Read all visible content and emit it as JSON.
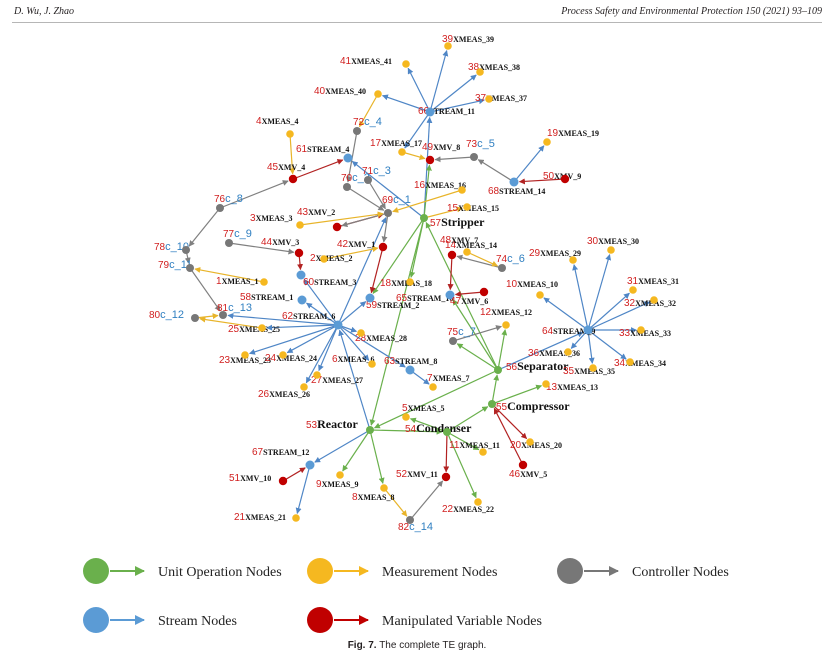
{
  "header": {
    "authors": "D. Wu, J. Zhao",
    "journal": "Process Safety and Environmental Protection 150 (2021) 93–109"
  },
  "caption": {
    "label": "Fig. 7.",
    "text": "The complete TE graph."
  },
  "colors": {
    "unit": "#6ab04c",
    "measurement": "#f5b820",
    "controller": "#777777",
    "stream": "#5b9bd5",
    "manipulated": "#c00000",
    "edge_green": "#6ab04c",
    "edge_blue": "#4f86c6",
    "edge_yellow": "#e8b42a",
    "edge_gray": "#808080",
    "edge_red": "#b22222",
    "id_red": "#d11f1f",
    "id_blue": "#2f7fc1"
  },
  "legend": [
    {
      "type": "unit",
      "label": "Unit Operation Nodes"
    },
    {
      "type": "measurement",
      "label": "Measurement Nodes"
    },
    {
      "type": "controller",
      "label": "Controller Nodes"
    },
    {
      "type": "stream",
      "label": "Stream Nodes"
    },
    {
      "type": "manipulated",
      "label": "Manipulated Variable Nodes"
    }
  ],
  "nodes": [
    {
      "key": "reactor",
      "type": "unit",
      "id": "53",
      "label": "Reactor"
    },
    {
      "key": "condenser",
      "type": "unit",
      "id": "54",
      "label": "Condenser"
    },
    {
      "key": "compressor",
      "type": "unit",
      "id": "55",
      "label": "Compressor"
    },
    {
      "key": "separator",
      "type": "unit",
      "id": "56",
      "label": "Separator"
    },
    {
      "key": "stripper",
      "type": "unit",
      "id": "57",
      "label": "Stripper"
    },
    {
      "key": "s1",
      "type": "stream",
      "id": "58",
      "label": "STREAM_1"
    },
    {
      "key": "s2",
      "type": "stream",
      "id": "59",
      "label": "STREAM_2"
    },
    {
      "key": "s3",
      "type": "stream",
      "id": "60",
      "label": "STREAM_3"
    },
    {
      "key": "s4",
      "type": "stream",
      "id": "61",
      "label": "STREAM_4"
    },
    {
      "key": "s6",
      "type": "stream",
      "id": "62",
      "label": "STREAM_6"
    },
    {
      "key": "s8",
      "type": "stream",
      "id": "63",
      "label": "STREAM_8"
    },
    {
      "key": "s9",
      "type": "stream",
      "id": "64",
      "label": "STREAM_9"
    },
    {
      "key": "s10",
      "type": "stream",
      "id": "65",
      "label": "STREAM_10"
    },
    {
      "key": "s11",
      "type": "stream",
      "id": "66",
      "label": "STREAM_11"
    },
    {
      "key": "s12",
      "type": "stream",
      "id": "67",
      "label": "STREAM_12"
    },
    {
      "key": "s14",
      "type": "stream",
      "id": "68",
      "label": "STREAM_14"
    },
    {
      "key": "x1",
      "type": "measurement",
      "id": "1",
      "label": "XMEAS_1"
    },
    {
      "key": "x2",
      "type": "measurement",
      "id": "2",
      "label": "XMEAS_2"
    },
    {
      "key": "x3",
      "type": "measurement",
      "id": "3",
      "label": "XMEAS_3"
    },
    {
      "key": "x4",
      "type": "measurement",
      "id": "4",
      "label": "XMEAS_4"
    },
    {
      "key": "x5",
      "type": "measurement",
      "id": "5",
      "label": "XMEAS_5"
    },
    {
      "key": "x6",
      "type": "measurement",
      "id": "6",
      "label": "XMEAS_6"
    },
    {
      "key": "x7",
      "type": "measurement",
      "id": "7",
      "label": "XMEAS_7"
    },
    {
      "key": "x8",
      "type": "measurement",
      "id": "8",
      "label": "XMEAS_8"
    },
    {
      "key": "x9",
      "type": "measurement",
      "id": "9",
      "label": "XMEAS_9"
    },
    {
      "key": "x10",
      "type": "measurement",
      "id": "10",
      "label": "XMEAS_10"
    },
    {
      "key": "x11",
      "type": "measurement",
      "id": "11",
      "label": "XMEAS_11"
    },
    {
      "key": "x12",
      "type": "measurement",
      "id": "12",
      "label": "XMEAS_12"
    },
    {
      "key": "x13",
      "type": "measurement",
      "id": "13",
      "label": "XMEAS_13"
    },
    {
      "key": "x14",
      "type": "measurement",
      "id": "14",
      "label": "XMEAS_14"
    },
    {
      "key": "x15",
      "type": "measurement",
      "id": "15",
      "label": "XMEAS_15"
    },
    {
      "key": "x16",
      "type": "measurement",
      "id": "16",
      "label": "XMEAS_16"
    },
    {
      "key": "x17",
      "type": "measurement",
      "id": "17",
      "label": "XMEAS_17"
    },
    {
      "key": "x18",
      "type": "measurement",
      "id": "18",
      "label": "XMEAS_18"
    },
    {
      "key": "x19",
      "type": "measurement",
      "id": "19",
      "label": "XMEAS_19"
    },
    {
      "key": "x20",
      "type": "measurement",
      "id": "20",
      "label": "XMEAS_20"
    },
    {
      "key": "x21",
      "type": "measurement",
      "id": "21",
      "label": "XMEAS_21"
    },
    {
      "key": "x22",
      "type": "measurement",
      "id": "22",
      "label": "XMEAS_22"
    },
    {
      "key": "x23",
      "type": "measurement",
      "id": "23",
      "label": "XMEAS_23"
    },
    {
      "key": "x24",
      "type": "measurement",
      "id": "24",
      "label": "XMEAS_24"
    },
    {
      "key": "x25",
      "type": "measurement",
      "id": "25",
      "label": "XMEAS_25"
    },
    {
      "key": "x26",
      "type": "measurement",
      "id": "26",
      "label": "XMEAS_26"
    },
    {
      "key": "x27",
      "type": "measurement",
      "id": "27",
      "label": "XMEAS_27"
    },
    {
      "key": "x28",
      "type": "measurement",
      "id": "28",
      "label": "XMEAS_28"
    },
    {
      "key": "x29",
      "type": "measurement",
      "id": "29",
      "label": "XMEAS_29"
    },
    {
      "key": "x30",
      "type": "measurement",
      "id": "30",
      "label": "XMEAS_30"
    },
    {
      "key": "x31",
      "type": "measurement",
      "id": "31",
      "label": "XMEAS_31"
    },
    {
      "key": "x32",
      "type": "measurement",
      "id": "32",
      "label": "XMEAS_32"
    },
    {
      "key": "x33",
      "type": "measurement",
      "id": "33",
      "label": "XMEAS_33"
    },
    {
      "key": "x34",
      "type": "measurement",
      "id": "34",
      "label": "XMEAS_34"
    },
    {
      "key": "x35",
      "type": "measurement",
      "id": "35",
      "label": "XMEAS_35"
    },
    {
      "key": "x36",
      "type": "measurement",
      "id": "36",
      "label": "XMEAS_36"
    },
    {
      "key": "x37",
      "type": "measurement",
      "id": "37",
      "label": "XMEAS_37"
    },
    {
      "key": "x38",
      "type": "measurement",
      "id": "38",
      "label": "XMEAS_38"
    },
    {
      "key": "x39",
      "type": "measurement",
      "id": "39",
      "label": "XMEAS_39"
    },
    {
      "key": "x40",
      "type": "measurement",
      "id": "40",
      "label": "XMEAS_40"
    },
    {
      "key": "x41",
      "type": "measurement",
      "id": "41",
      "label": "XMEAS_41"
    },
    {
      "key": "v1",
      "type": "manipulated",
      "id": "42",
      "label": "XMV_1"
    },
    {
      "key": "v2",
      "type": "manipulated",
      "id": "43",
      "label": "XMV_2"
    },
    {
      "key": "v3",
      "type": "manipulated",
      "id": "44",
      "label": "XMV_3"
    },
    {
      "key": "v4",
      "type": "manipulated",
      "id": "45",
      "label": "XMV_4"
    },
    {
      "key": "v5",
      "type": "manipulated",
      "id": "46",
      "label": "XMV_5"
    },
    {
      "key": "v6",
      "type": "manipulated",
      "id": "47",
      "label": "XMV_6"
    },
    {
      "key": "v7",
      "type": "manipulated",
      "id": "48",
      "label": "XMV_7"
    },
    {
      "key": "v8",
      "type": "manipulated",
      "id": "49",
      "label": "XMV_8"
    },
    {
      "key": "v9",
      "type": "manipulated",
      "id": "50",
      "label": "XMV_9"
    },
    {
      "key": "v10",
      "type": "manipulated",
      "id": "51",
      "label": "XMV_10"
    },
    {
      "key": "v11",
      "type": "manipulated",
      "id": "52",
      "label": "XMV_11"
    },
    {
      "key": "c1",
      "type": "controller",
      "id": "69",
      "label": "c_1"
    },
    {
      "key": "c2",
      "type": "controller",
      "id": "70",
      "label": "c_2"
    },
    {
      "key": "c3",
      "type": "controller",
      "id": "71",
      "label": "c_3"
    },
    {
      "key": "c4",
      "type": "controller",
      "id": "72",
      "label": "c_4"
    },
    {
      "key": "c5",
      "type": "controller",
      "id": "73",
      "label": "c_5"
    },
    {
      "key": "c6",
      "type": "controller",
      "id": "74",
      "label": "c_6"
    },
    {
      "key": "c7",
      "type": "controller",
      "id": "75",
      "label": "c_7"
    },
    {
      "key": "c8",
      "type": "controller",
      "id": "76",
      "label": "c_8"
    },
    {
      "key": "c9",
      "type": "controller",
      "id": "77",
      "label": "c_9"
    },
    {
      "key": "c10",
      "type": "controller",
      "id": "78",
      "label": "c_10"
    },
    {
      "key": "c11",
      "type": "controller",
      "id": "79",
      "label": "c_11"
    },
    {
      "key": "c12",
      "type": "controller",
      "id": "80",
      "label": "c_12"
    },
    {
      "key": "c13",
      "type": "controller",
      "id": "81",
      "label": "c_13"
    },
    {
      "key": "c14",
      "type": "controller",
      "id": "82",
      "label": "c_14"
    }
  ],
  "edges": [
    [
      "reactor",
      "condenser",
      "edge_green"
    ],
    [
      "condenser",
      "compressor",
      "edge_green"
    ],
    [
      "compressor",
      "separator",
      "edge_green"
    ],
    [
      "separator",
      "stripper",
      "edge_green"
    ],
    [
      "stripper",
      "reactor",
      "edge_green"
    ],
    [
      "separator",
      "reactor",
      "edge_green"
    ],
    [
      "reactor",
      "s6",
      "edge_blue"
    ],
    [
      "reactor",
      "s12",
      "edge_blue"
    ],
    [
      "reactor",
      "x8",
      "edge_green"
    ],
    [
      "reactor",
      "x9",
      "edge_green"
    ],
    [
      "condenser",
      "x22",
      "edge_green"
    ],
    [
      "condenser",
      "x11",
      "edge_green"
    ],
    [
      "condenser",
      "x5",
      "edge_green"
    ],
    [
      "condenser",
      "v11",
      "edge_red"
    ],
    [
      "compressor",
      "x20",
      "edge_red"
    ],
    [
      "compressor",
      "x13",
      "edge_green"
    ],
    [
      "separator",
      "s9",
      "edge_blue"
    ],
    [
      "separator",
      "x12",
      "edge_green"
    ],
    [
      "separator",
      "c7",
      "edge_green"
    ],
    [
      "separator",
      "s10",
      "edge_green"
    ],
    [
      "stripper",
      "x15",
      "edge_yellow"
    ],
    [
      "stripper",
      "s11",
      "edge_blue"
    ],
    [
      "stripper",
      "s2",
      "edge_green"
    ],
    [
      "stripper",
      "x18",
      "edge_green"
    ],
    [
      "stripper",
      "v8",
      "edge_green"
    ],
    [
      "stripper",
      "s4",
      "edge_blue"
    ],
    [
      "s6",
      "x23",
      "edge_blue"
    ],
    [
      "s6",
      "x24",
      "edge_blue"
    ],
    [
      "s6",
      "x25",
      "edge_blue"
    ],
    [
      "s6",
      "x26",
      "edge_blue"
    ],
    [
      "s6",
      "x27",
      "edge_blue"
    ],
    [
      "s6",
      "x28",
      "edge_blue"
    ],
    [
      "s6",
      "x6",
      "edge_blue"
    ],
    [
      "s6",
      "s1",
      "edge_blue"
    ],
    [
      "s6",
      "s2",
      "edge_blue"
    ],
    [
      "s6",
      "s3",
      "edge_blue"
    ],
    [
      "s6",
      "s8",
      "edge_blue"
    ],
    [
      "s6",
      "c1",
      "edge_blue"
    ],
    [
      "s6",
      "c13",
      "edge_blue"
    ],
    [
      "s9",
      "x29",
      "edge_blue"
    ],
    [
      "s9",
      "x30",
      "edge_blue"
    ],
    [
      "s9",
      "x31",
      "edge_blue"
    ],
    [
      "s9",
      "x32",
      "edge_blue"
    ],
    [
      "s9",
      "x33",
      "edge_blue"
    ],
    [
      "s9",
      "x34",
      "edge_blue"
    ],
    [
      "s9",
      "x35",
      "edge_blue"
    ],
    [
      "s9",
      "x36",
      "edge_blue"
    ],
    [
      "s9",
      "x10",
      "edge_blue"
    ],
    [
      "s11",
      "x37",
      "edge_blue"
    ],
    [
      "s11",
      "x38",
      "edge_blue"
    ],
    [
      "s11",
      "x39",
      "edge_blue"
    ],
    [
      "s11",
      "x40",
      "edge_blue"
    ],
    [
      "s11",
      "x41",
      "edge_blue"
    ],
    [
      "s11",
      "x17",
      "edge_blue"
    ],
    [
      "s14",
      "x19",
      "edge_blue"
    ],
    [
      "s14",
      "c5",
      "edge_gray"
    ],
    [
      "s12",
      "x21",
      "edge_blue"
    ],
    [
      "s8",
      "x7",
      "edge_blue"
    ],
    [
      "v9",
      "s14",
      "edge_red"
    ],
    [
      "v10",
      "s12",
      "edge_red"
    ],
    [
      "v5",
      "compressor",
      "edge_red"
    ],
    [
      "v6",
      "s10",
      "edge_red"
    ],
    [
      "v7",
      "s10",
      "edge_red"
    ],
    [
      "v1",
      "s2",
      "edge_red"
    ],
    [
      "v2",
      "c1",
      "edge_red"
    ],
    [
      "v3",
      "s3",
      "edge_red"
    ],
    [
      "v4",
      "s4",
      "edge_red"
    ],
    [
      "c1",
      "v1",
      "edge_gray"
    ],
    [
      "c1",
      "v2",
      "edge_gray"
    ],
    [
      "c2",
      "c1",
      "edge_gray"
    ],
    [
      "c3",
      "c1",
      "edge_gray"
    ],
    [
      "c4",
      "c2",
      "edge_gray"
    ],
    [
      "c5",
      "v8",
      "edge_gray"
    ],
    [
      "c6",
      "v7",
      "edge_gray"
    ],
    [
      "c7",
      "x12",
      "edge_gray"
    ],
    [
      "c8",
      "v4",
      "edge_gray"
    ],
    [
      "c9",
      "v3",
      "edge_gray"
    ],
    [
      "c10",
      "c11",
      "edge_gray"
    ],
    [
      "c11",
      "c13",
      "edge_gray"
    ],
    [
      "c12",
      "c13",
      "edge_yellow"
    ],
    [
      "c14",
      "v11",
      "edge_gray"
    ],
    [
      "c8",
      "c10",
      "edge_gray"
    ],
    [
      "x1",
      "c11",
      "edge_yellow"
    ],
    [
      "x2",
      "v1",
      "edge_yellow"
    ],
    [
      "x3",
      "c1",
      "edge_yellow"
    ],
    [
      "x4",
      "v4",
      "edge_yellow"
    ],
    [
      "x14",
      "c6",
      "edge_yellow"
    ],
    [
      "x16",
      "c1",
      "edge_yellow"
    ],
    [
      "x17",
      "v8",
      "edge_yellow"
    ],
    [
      "x40",
      "c4",
      "edge_yellow"
    ],
    [
      "x8",
      "c14",
      "edge_yellow"
    ],
    [
      "x25",
      "c12",
      "edge_yellow"
    ]
  ]
}
